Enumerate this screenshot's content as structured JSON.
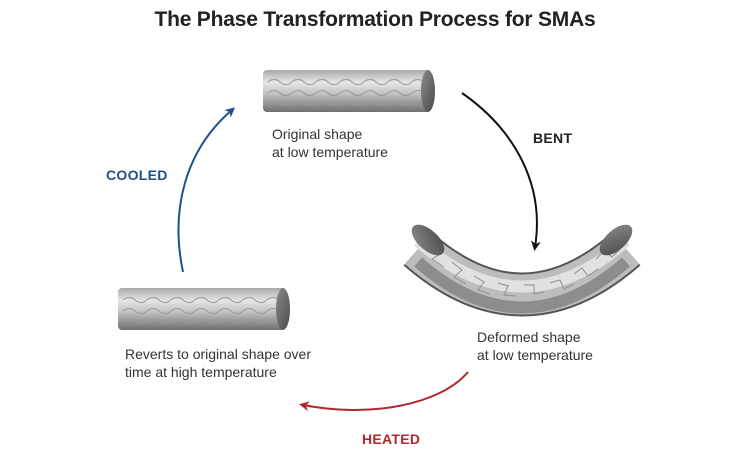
{
  "title": "The Phase Transformation Process for SMAs",
  "captions": {
    "original": [
      "Original shape",
      "at low temperature"
    ],
    "deformed": [
      "Deformed shape",
      "at low temperature"
    ],
    "reverts": [
      "Reverts to original shape over",
      "time at high temperature"
    ]
  },
  "steps": {
    "bent": "BENT",
    "heated": "HEATED",
    "cooled": "COOLED"
  },
  "colors": {
    "bent": "#111111",
    "heated": "#b3262b",
    "cooled": "#1f4f8f",
    "rod_light": "#e3e3e3",
    "rod_dark": "#7c7c7c"
  }
}
